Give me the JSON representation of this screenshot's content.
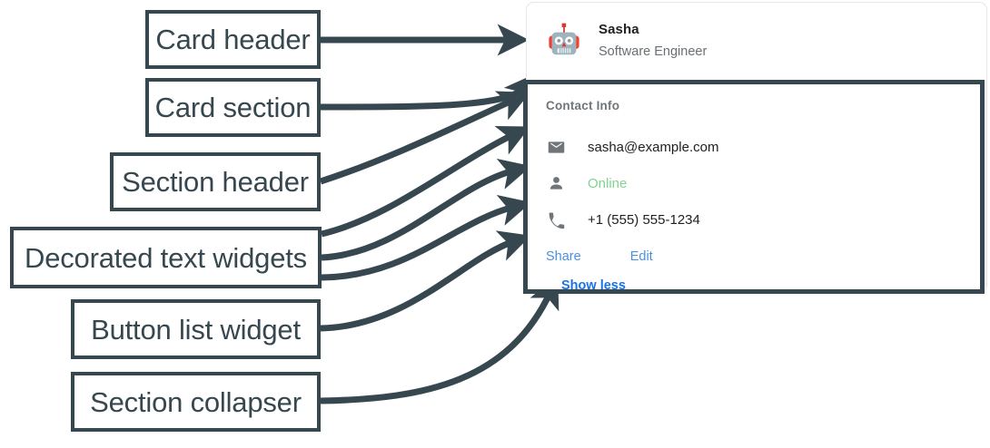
{
  "annotations": {
    "items": [
      {
        "label": "Card header",
        "name": "callout-card-header"
      },
      {
        "label": "Card section",
        "name": "callout-card-section"
      },
      {
        "label": "Section header",
        "name": "callout-section-header"
      },
      {
        "label": "Decorated text widgets",
        "name": "callout-decorated-text-widgets"
      },
      {
        "label": "Button list widget",
        "name": "callout-button-list-widget"
      },
      {
        "label": "Section collapser",
        "name": "callout-section-collapser"
      }
    ],
    "stroke_color": "#37474f",
    "box_fill": "#ffffff"
  },
  "card": {
    "header": {
      "avatar_icon": "robot-avatar-icon",
      "title": "Sasha",
      "subtitle": "Software Engineer"
    },
    "section": {
      "header": "Contact Info",
      "rows": [
        {
          "icon": "email-icon",
          "text": "sasha@example.com",
          "style": "default"
        },
        {
          "icon": "person-icon",
          "text": "Online",
          "style": "online"
        },
        {
          "icon": "phone-icon",
          "text": "+1 (555) 555-1234",
          "style": "default"
        }
      ],
      "buttons": [
        {
          "label": "Share",
          "name": "share-button"
        },
        {
          "label": "Edit",
          "name": "edit-button"
        }
      ],
      "collapser": "Show less"
    }
  },
  "colors": {
    "accent_link": "#4a90e2",
    "collapser_link": "#1a73e8",
    "status_online": "#81d490",
    "annotation": "#37474f",
    "icon_grey": "#70757a",
    "card_border": "#e4e6e8"
  }
}
